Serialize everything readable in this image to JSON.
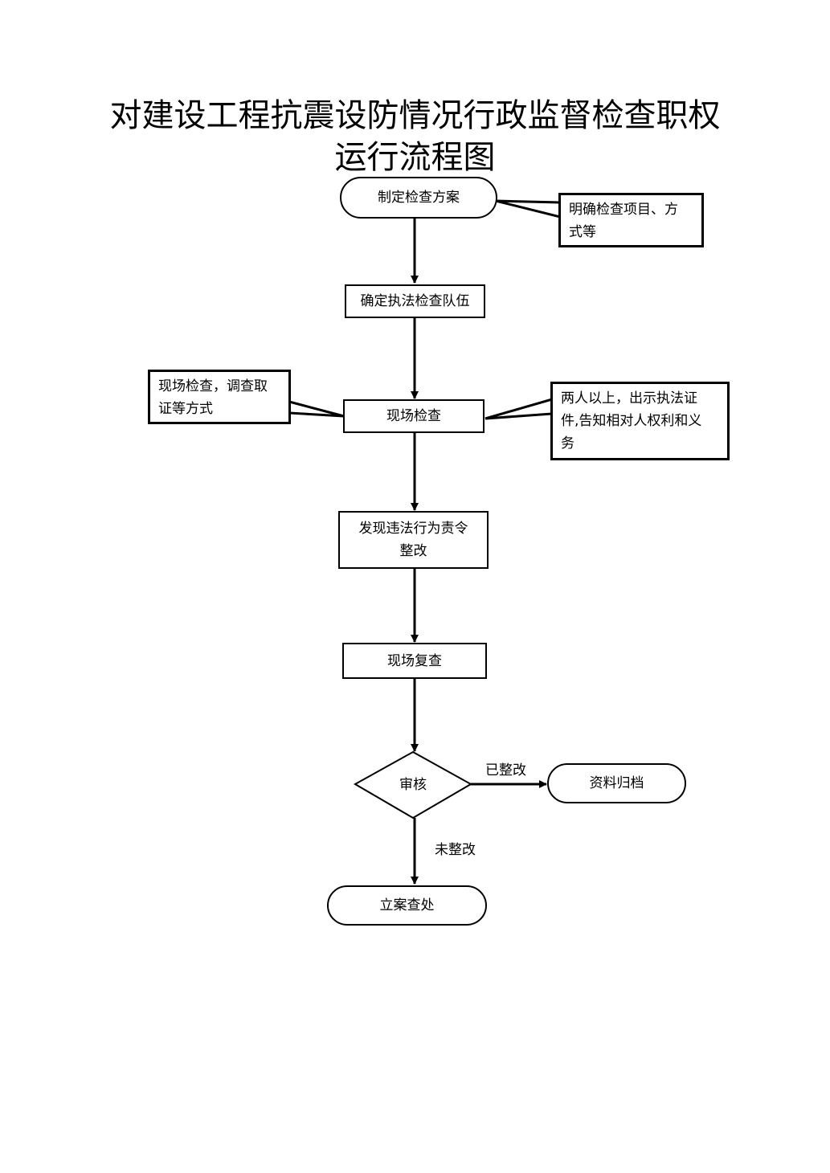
{
  "title": {
    "line1": "对建设工程抗震设防情况行政监督检查职权",
    "line2": "运行流程图"
  },
  "nodes": {
    "start": "制定检查方案",
    "team": "确定执法检查队伍",
    "inspect": "现场检查",
    "order": "发现违法行为责令\n整改",
    "recheck": "现场复查",
    "review": "审核",
    "archive": "资料归档",
    "case": "立案查处"
  },
  "notes": {
    "plan_note": "明确检查项目、方\n式等",
    "method_note": "现场检查，调查取\n证等方式",
    "people_note": "两人以上，出示执法证\n件,告知相对人权利和义\n务"
  },
  "edges": {
    "fixed": "已整改",
    "not_fixed": "未整改"
  }
}
